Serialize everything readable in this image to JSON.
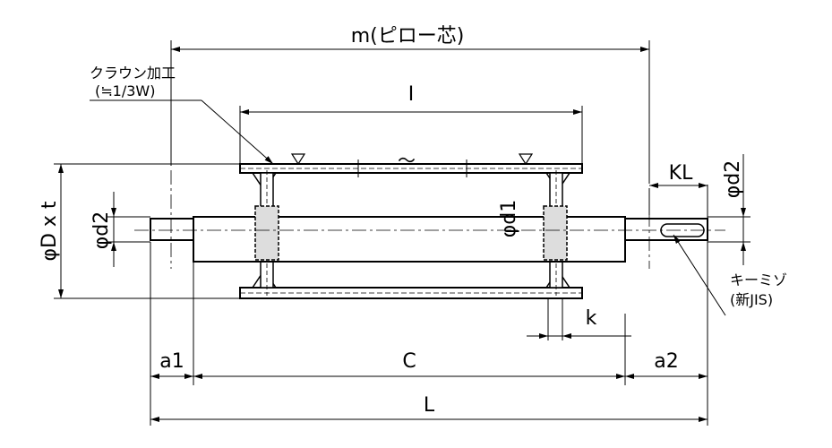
{
  "labels": {
    "m": "m(ピロー芯)",
    "crown": "クラウン加工",
    "crown_ratio": "(≒1/3W)",
    "I": "I",
    "KL": "KL",
    "phi_d2_right": "φd2",
    "phi_D_t": "φD x t",
    "phi_d2_left": "φd2",
    "phi_d1": "φd1",
    "keyway": "キーミゾ",
    "keyway_std": "(新JIS)",
    "k": "k",
    "a1": "a1",
    "C": "C",
    "a2": "a2",
    "L": "L",
    "tilde": "～"
  },
  "colors": {
    "line": "#000000",
    "hub_fill": "#dddddd",
    "background": "#ffffff"
  }
}
